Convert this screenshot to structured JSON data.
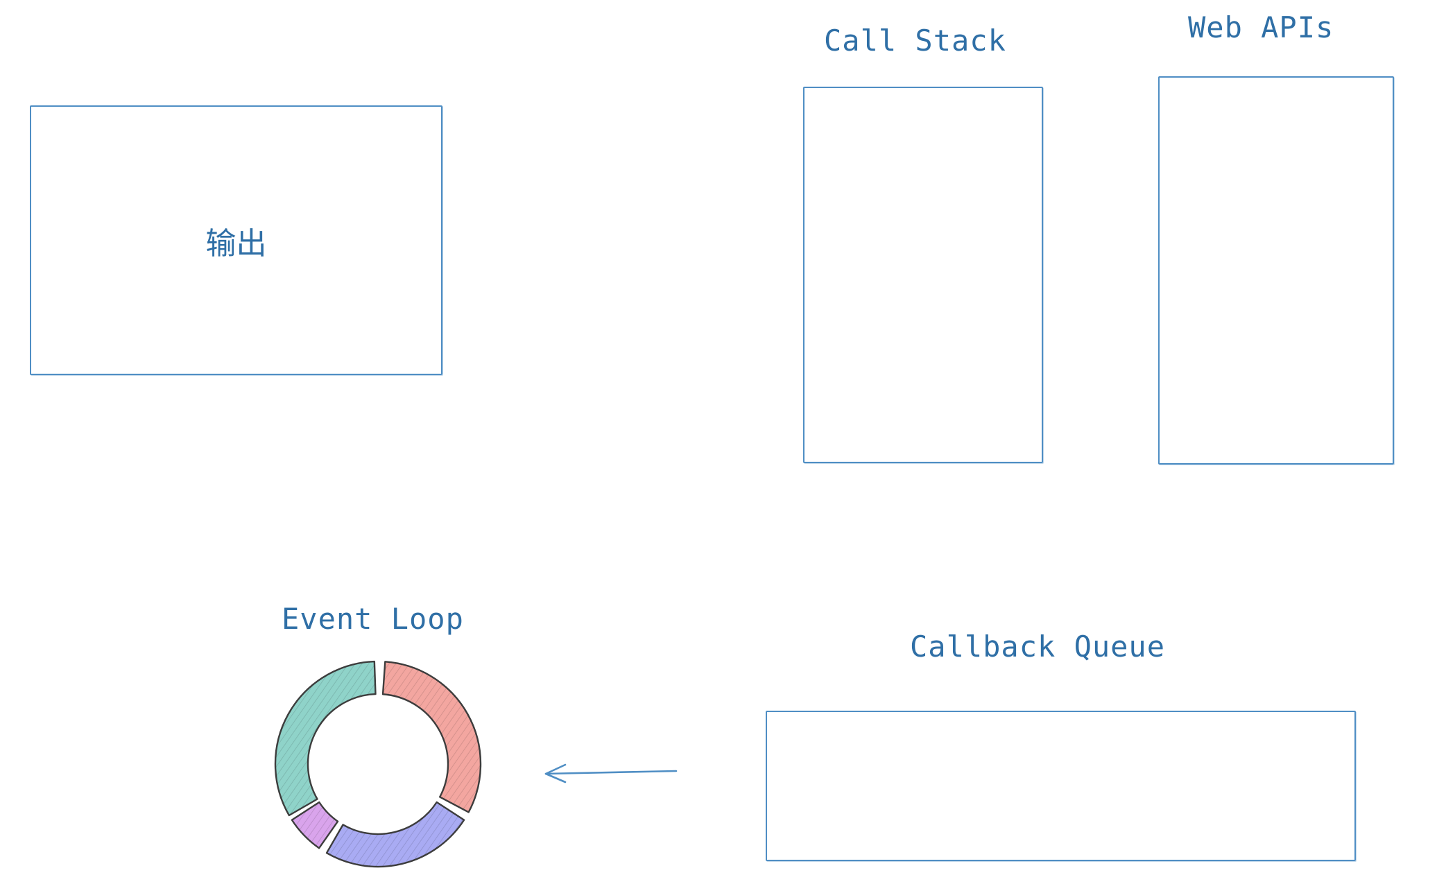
{
  "diagram": {
    "output_box": {
      "label": "输出"
    },
    "call_stack": {
      "title": "Call Stack"
    },
    "web_apis": {
      "title": "Web APIs"
    },
    "event_loop": {
      "title": "Event Loop",
      "segment_colors": [
        "#8fd3c9",
        "#f3a6a0",
        "#a9abf3",
        "#d9a4ec"
      ],
      "stroke_color": "#3d3d3d"
    },
    "callback_queue": {
      "title": "Callback Queue"
    },
    "arrow": {
      "direction": "left",
      "color": "#4f8ec4"
    },
    "colors": {
      "line": "#4f8ec4",
      "text": "#2f6fa6",
      "background": "#ffffff"
    }
  }
}
